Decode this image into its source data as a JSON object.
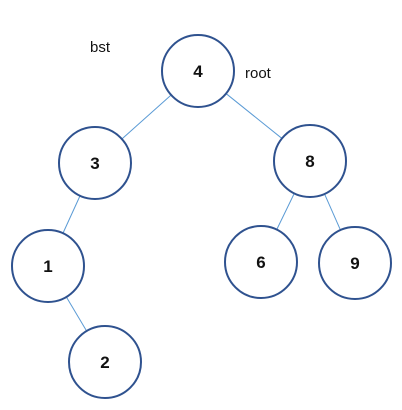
{
  "labels": {
    "diagram_label": "bst",
    "root_label": "root"
  },
  "tree": {
    "nodes": [
      {
        "id": "n4",
        "value": "4"
      },
      {
        "id": "n3",
        "value": "3"
      },
      {
        "id": "n8",
        "value": "8"
      },
      {
        "id": "n1",
        "value": "1"
      },
      {
        "id": "n6",
        "value": "6"
      },
      {
        "id": "n9",
        "value": "9"
      },
      {
        "id": "n2",
        "value": "2"
      }
    ],
    "edges": [
      {
        "from": "n4",
        "to": "n3"
      },
      {
        "from": "n4",
        "to": "n8"
      },
      {
        "from": "n3",
        "to": "n1"
      },
      {
        "from": "n8",
        "to": "n6"
      },
      {
        "from": "n8",
        "to": "n9"
      },
      {
        "from": "n1",
        "to": "n2"
      }
    ]
  },
  "colors": {
    "node_stroke": "#2f528f",
    "edge_stroke": "#5b9bd5",
    "text": "#111111",
    "background": "#ffffff"
  }
}
